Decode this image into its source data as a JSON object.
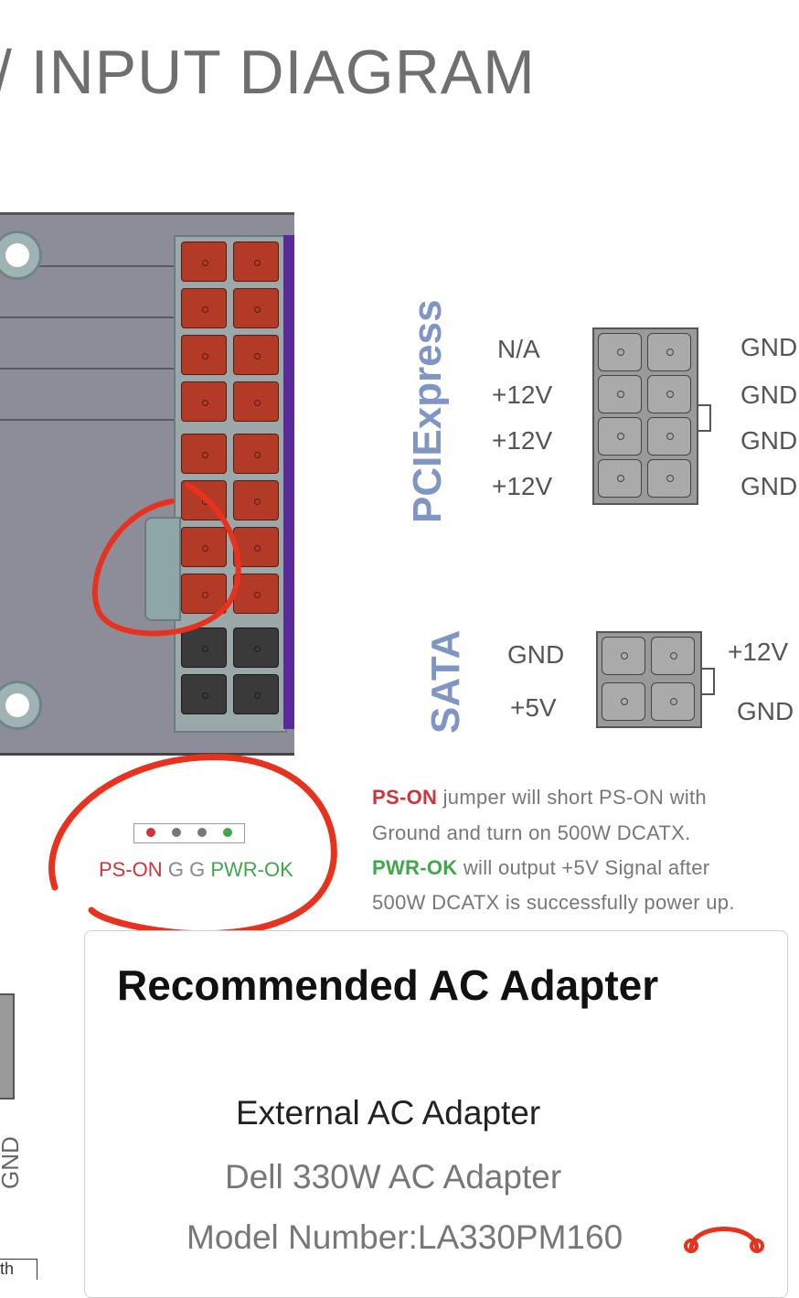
{
  "title": "/ INPUT DIAGRAM",
  "pcie": {
    "label": "PCIExpress",
    "left_pins": [
      "N/A",
      "+12V",
      "+12V",
      "+12V"
    ],
    "right_pins": [
      "GND",
      "GND",
      "GND",
      "GND"
    ]
  },
  "sata": {
    "label": "SATA",
    "left_pins": [
      "GND",
      "+5V"
    ],
    "right_pins": [
      "+12V",
      "GND"
    ]
  },
  "header": {
    "ps_on": "PS-ON",
    "g1": "G",
    "g2": "G",
    "pwr_ok": "PWR-OK"
  },
  "notes": {
    "line1_bold": "PS-ON",
    "line1_rest": " jumper will short PS-ON with",
    "line2": "Ground and turn on 500W DCATX.",
    "line3_bold": "PWR-OK",
    "line3_rest": " will output +5V Signal after",
    "line4": "500W DCATX is successfully power up."
  },
  "card": {
    "title": "Recommended AC Adapter",
    "subtitle": "External AC Adapter",
    "line1": "Dell 330W AC Adapter",
    "line2": "Model Number:LA330PM160"
  },
  "left_edge": {
    "gnd": "GND",
    "box": "th"
  },
  "colors": {
    "red_pin": "#b23a26",
    "black_pin": "#3a3a3a",
    "pcie_blue": "#7f95c4",
    "ps_on_red": "#d0343a",
    "pwr_ok_green": "#3fa84a",
    "annotation_red": "#e8321e"
  }
}
